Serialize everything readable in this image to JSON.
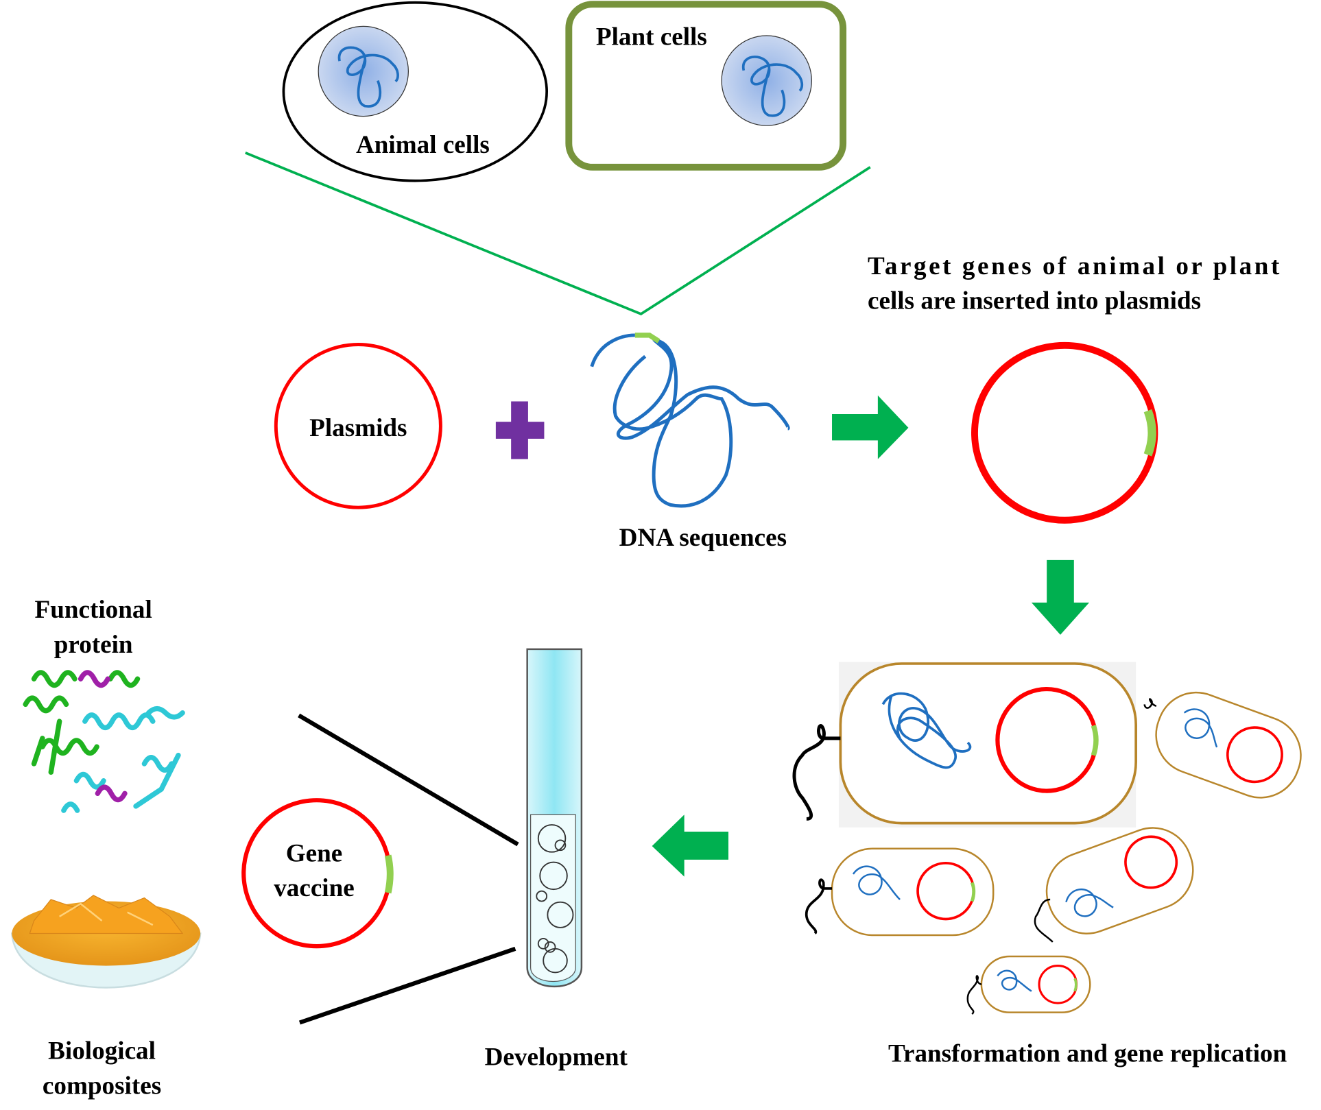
{
  "title": "Recombinant DNA workflow: from animal/plant cells to products",
  "source_cells": {
    "animal": "Animal cells",
    "plant": "Plant cells"
  },
  "step1": {
    "plasmids": "Plasmids",
    "operator": "+",
    "dna": "DNA sequences"
  },
  "step2": {
    "caption_line1": "Target genes of animal or plant",
    "caption_line2": "cells are inserted into plasmids"
  },
  "step3": {
    "caption": "Transformation and gene replication"
  },
  "step4": {
    "caption": "Development"
  },
  "products": {
    "protein_line1": "Functional",
    "protein_line2": "protein",
    "vaccine_line1": "Gene",
    "vaccine_line2": "vaccine",
    "composites_line1": "Biological",
    "composites_line2": "composites"
  },
  "colors": {
    "plasmid": "#ff0000",
    "insert": "#92d050",
    "dna": "#1f6fc0",
    "arrow": "#00b050",
    "plus": "#7030a0",
    "plant_wall": "#77933c",
    "bacteria_wall": "#b8862b",
    "funnel_top": "#00b050"
  }
}
